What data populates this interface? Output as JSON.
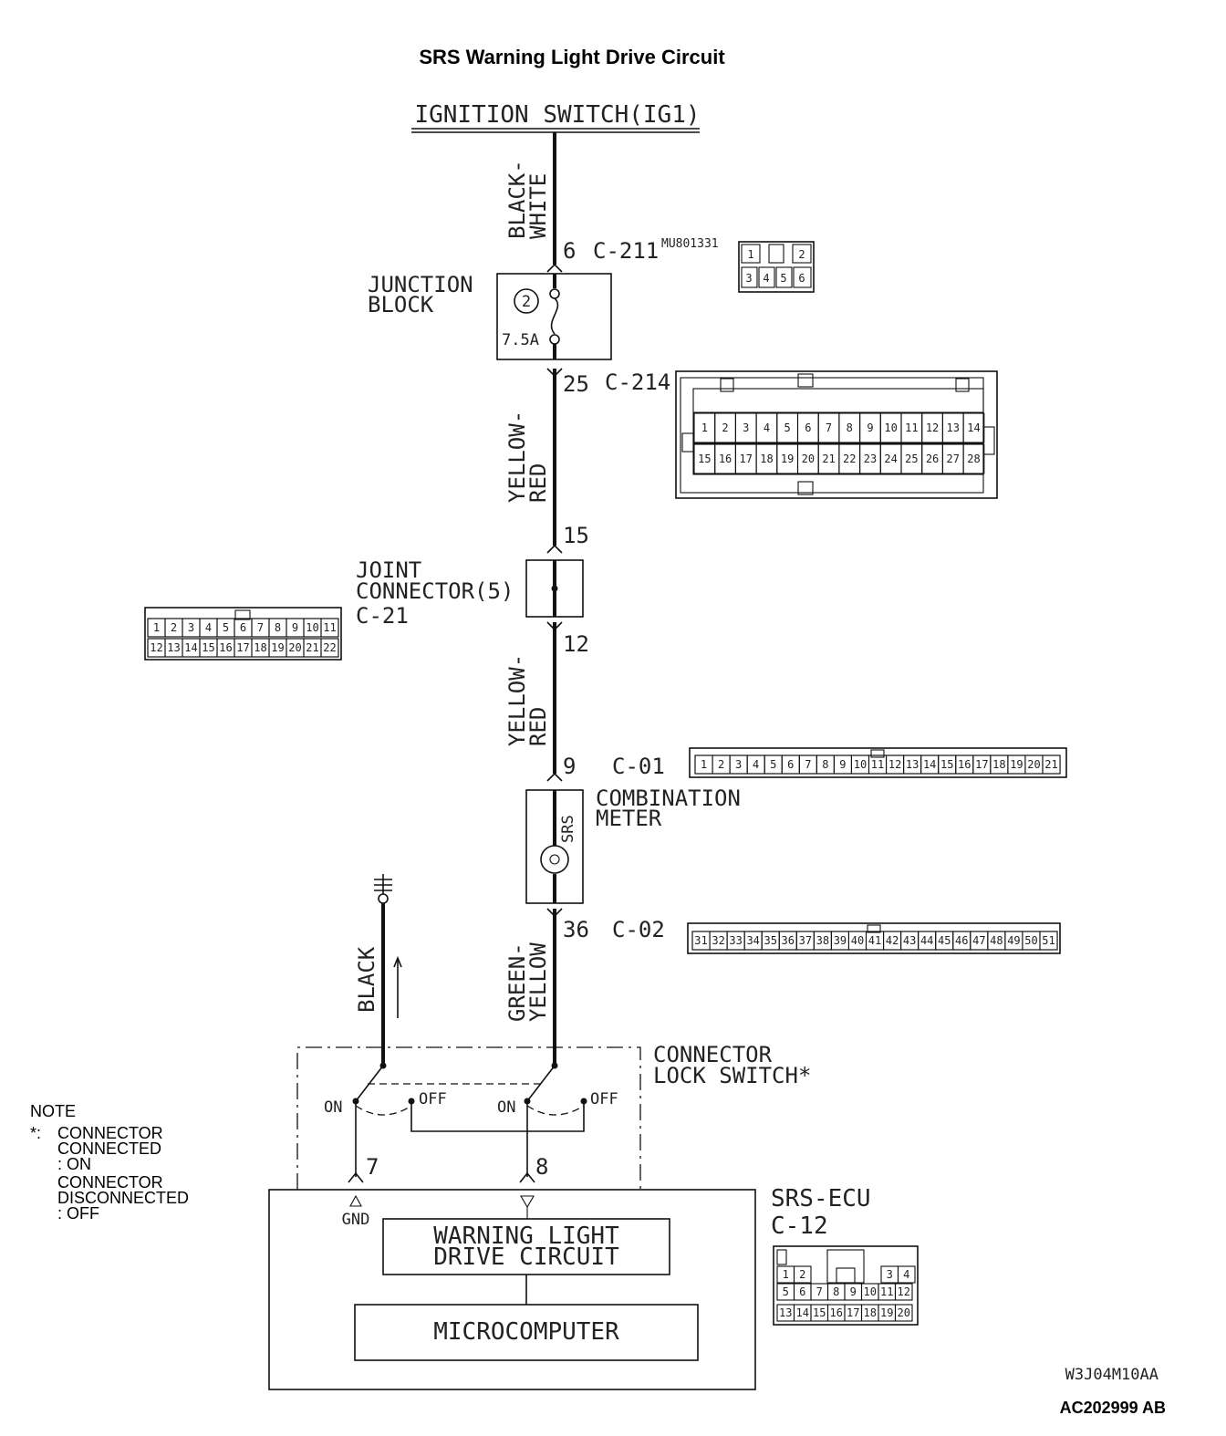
{
  "title": "SRS Warning Light Drive Circuit",
  "source": {
    "label": "IGNITION SWITCH(IG1)"
  },
  "wires": {
    "w1": [
      "BLACK-",
      "WHITE"
    ],
    "w2": [
      "YELLOW-",
      "RED"
    ],
    "w3": [
      "YELLOW-",
      "RED"
    ],
    "w4": [
      "GREEN-",
      "YELLOW"
    ],
    "w5": [
      "BLACK"
    ]
  },
  "junction_block": {
    "label": [
      "JUNCTION",
      "BLOCK"
    ],
    "fuse_number": "2",
    "fuse_rating": "7.5A",
    "pin_in": "6",
    "connector_in": "C-211",
    "part_code": "MU801331",
    "pin_out": "25",
    "connector_out": "C-214"
  },
  "joint_connector": {
    "label": [
      "JOINT",
      "CONNECTOR(5)",
      "C-21"
    ],
    "pin_in": "15",
    "pin_out": "12"
  },
  "combination_meter": {
    "label": [
      "COMBINATION",
      "METER"
    ],
    "lamp_label": "SRS",
    "pin_in": "9",
    "connector_in": "C-01",
    "pin_out": "36",
    "connector_out": "C-02"
  },
  "lock_switch": {
    "label": [
      "CONNECTOR",
      "LOCK SWITCH*"
    ],
    "on_label": "ON",
    "off_label": "OFF"
  },
  "srs_ecu": {
    "label": [
      "SRS-ECU",
      "C-12"
    ],
    "pin_gnd": "7",
    "pin_sig": "8",
    "gnd_label": "GND",
    "block1": [
      "WARNING LIGHT",
      "DRIVE CIRCUIT"
    ],
    "block2": "MICROCOMPUTER"
  },
  "connectors": {
    "c211": {
      "row1": [
        "1",
        "2"
      ],
      "row2": [
        "3",
        "4",
        "5",
        "6"
      ]
    },
    "c214": {
      "row1": [
        "1",
        "2",
        "3",
        "4",
        "5",
        "6",
        "7",
        "8",
        "9",
        "10",
        "11",
        "12",
        "13",
        "14"
      ],
      "row2": [
        "15",
        "16",
        "17",
        "18",
        "19",
        "20",
        "21",
        "22",
        "23",
        "24",
        "25",
        "26",
        "27",
        "28"
      ]
    },
    "c21": {
      "row1": [
        "1",
        "2",
        "3",
        "4",
        "5",
        "6",
        "7",
        "8",
        "9",
        "10",
        "11"
      ],
      "row2": [
        "12",
        "13",
        "14",
        "15",
        "16",
        "17",
        "18",
        "19",
        "20",
        "21",
        "22"
      ]
    },
    "c01": [
      "1",
      "2",
      "3",
      "4",
      "5",
      "6",
      "7",
      "8",
      "9",
      "10",
      "11",
      "12",
      "13",
      "14",
      "15",
      "16",
      "17",
      "18",
      "19",
      "20",
      "21"
    ],
    "c02": [
      "31",
      "32",
      "33",
      "34",
      "35",
      "36",
      "37",
      "38",
      "39",
      "40",
      "41",
      "42",
      "43",
      "44",
      "45",
      "46",
      "47",
      "48",
      "49",
      "50",
      "51"
    ],
    "c12": {
      "row1_left": [
        "1",
        "2"
      ],
      "row1_right": [
        "3",
        "4"
      ],
      "row2": [
        "5",
        "6",
        "7",
        "8",
        "9",
        "10",
        "11",
        "12"
      ],
      "row3": [
        "13",
        "14",
        "15",
        "16",
        "17",
        "18",
        "19",
        "20"
      ]
    }
  },
  "note": {
    "heading": "NOTE",
    "marker": "*:",
    "lines": [
      "CONNECTOR",
      "CONNECTED",
      ": ON",
      "CONNECTOR",
      "DISCONNECTED",
      ": OFF"
    ]
  },
  "drawing_code": "W3J04M10AA",
  "figure_code": "AC202999 AB"
}
